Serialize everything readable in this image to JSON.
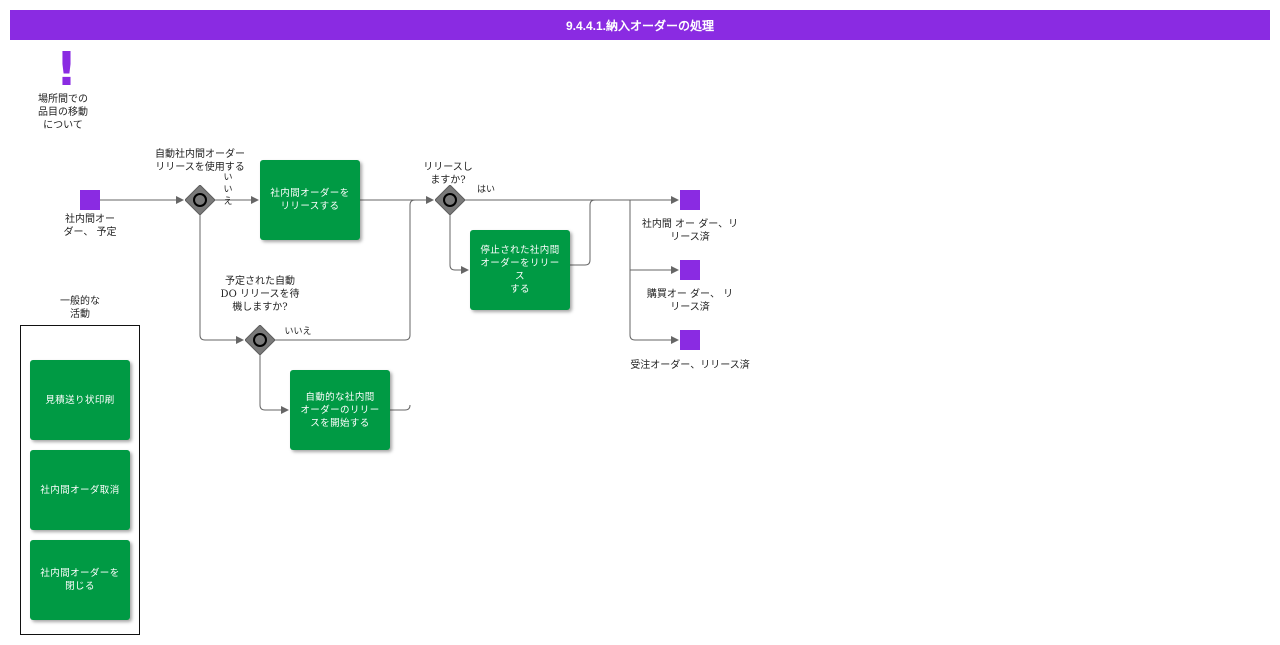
{
  "title": "9.4.4.1.納入オーダーの処理",
  "note": {
    "icon": "exclamation-icon",
    "text": "場所間での\n品目の移動\nについて"
  },
  "start_event": {
    "label": "社内間オー\nダー、 予定"
  },
  "gateways": {
    "auto_release": {
      "question": "自動社内間オーダー\nリリースを使用する",
      "no_label": "い\nい\nえ"
    },
    "wait_release": {
      "question": "予定された自動\nDO リリースを待\n機しますか?",
      "no_label": "いいえ"
    },
    "release": {
      "question": "リリースし\nますか?",
      "yes_label": "はい"
    }
  },
  "tasks": {
    "release_internal_order": "社内間オーダーを\nリリースする",
    "release_stopped_order": "停止された社内間\nオーダーをリリース\nする",
    "start_auto_release": "自動的な社内間\nオーダーのリリー\nスを開始する"
  },
  "end_events": {
    "internal_released": "社内間 オー ダー、リ\nリース済",
    "purchase_released": "購買オー ダー、 リ\nリース済",
    "sales_released": "受注オーダー、リリース済"
  },
  "general_group": {
    "title": "一般的な\n活動",
    "items": [
      "見積送り状印刷",
      "社内間オーダ取消",
      "社内間オーダーを\n閉じる"
    ]
  },
  "colors": {
    "header": "#8a2be2",
    "event": "#8a2be2",
    "task": "#009a44",
    "gateway": "#7a7a7a",
    "connector": "#666666"
  }
}
